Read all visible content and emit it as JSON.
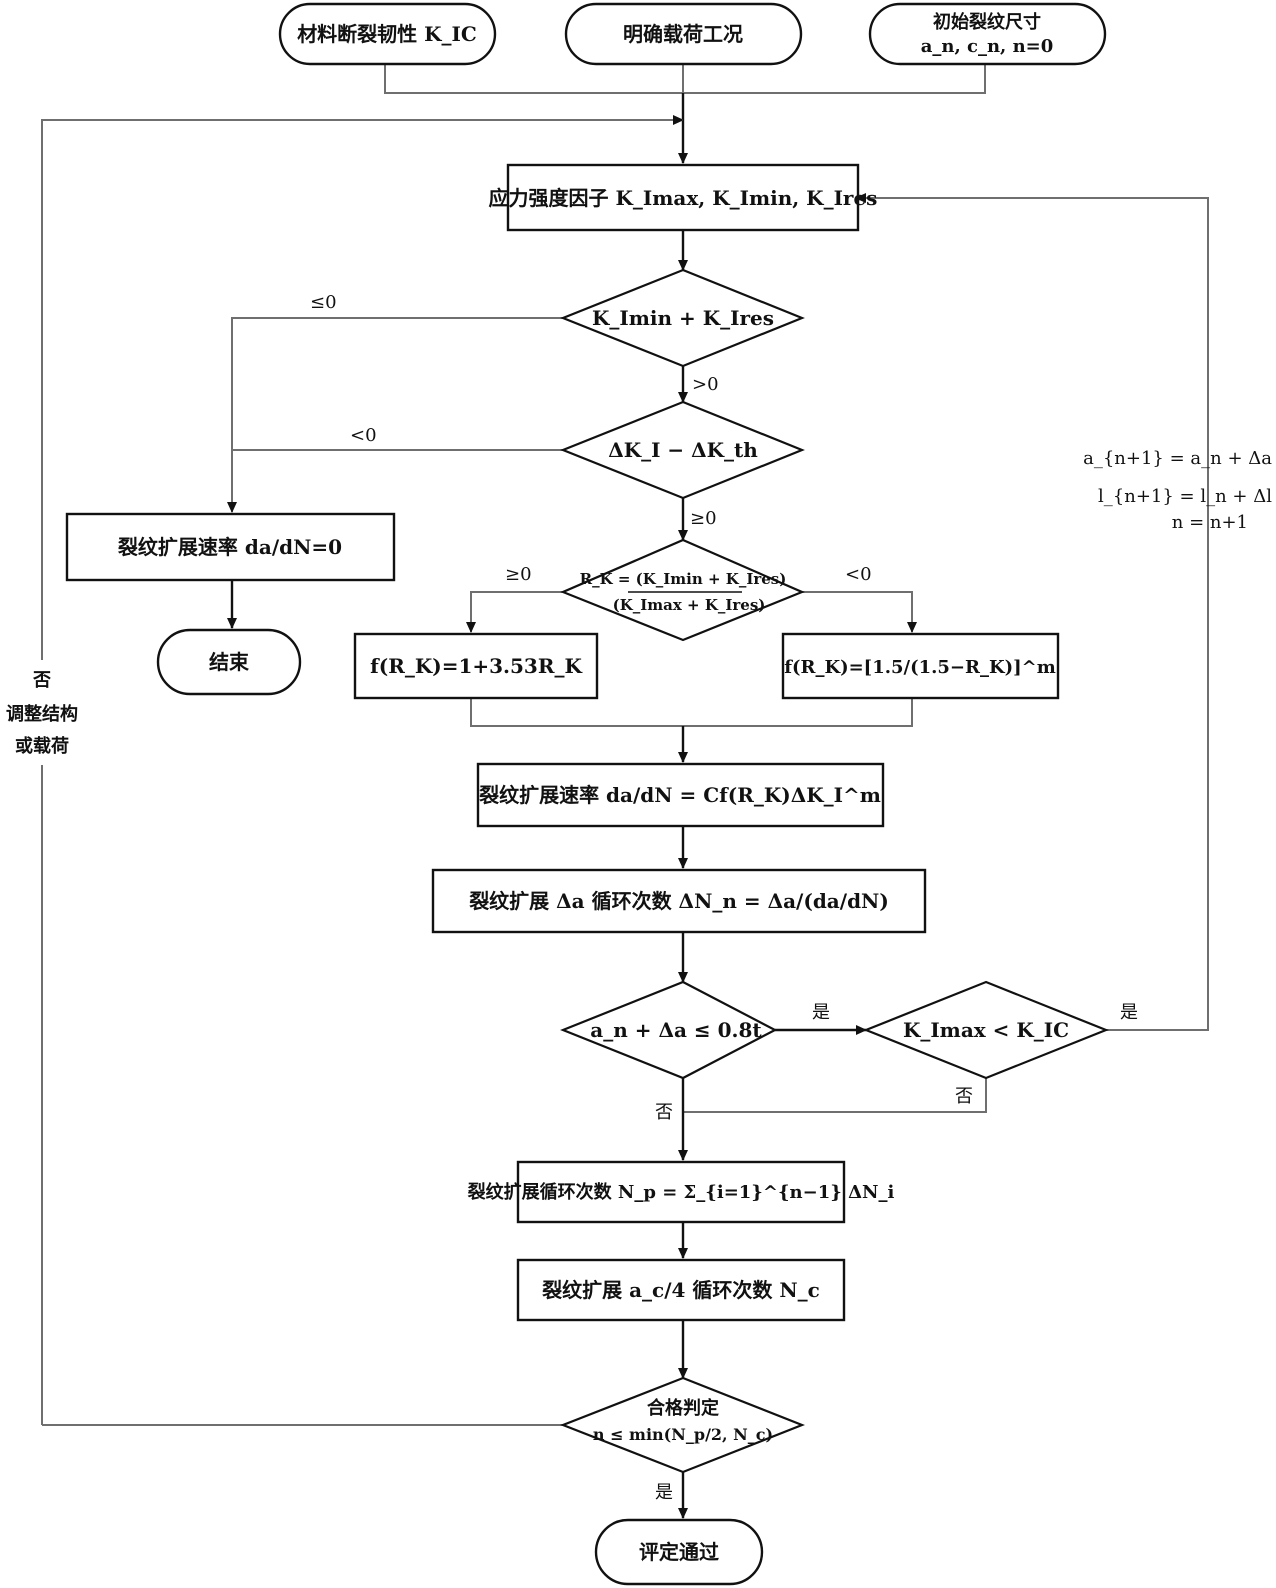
{
  "nodes": {
    "input_kic": "材料断裂韧性 K_IC",
    "input_load": "明确载荷工况",
    "input_crack_line1": "初始裂纹尺寸",
    "input_crack_line2": "a_n, c_n, n=0",
    "sif": "应力强度因子 K_Imax, K_Imin, K_Ires",
    "d_kmin_kres": "K_Imin + K_Ires",
    "d_delta_k": "ΔK_I − ΔK_th",
    "d_rk_line1": "R_K = (K_Imin + K_Ires)",
    "d_rk_line2": "(K_Imax + K_Ires)",
    "zero_rate": "裂纹扩展速率 da/dN=0",
    "end": "结束",
    "f_rk_pos": "f(R_K)=1+3.53R_K",
    "f_rk_neg": "f(R_K)=[1.5/(1.5−R_K)]^m",
    "rate": "裂纹扩展速率 da/dN = Cf(R_K)ΔK_I^m",
    "cycles_delta": "裂纹扩展 Δa 循环次数 ΔN_n = Δa/(da/dN)",
    "d_depth": "a_n + Δa ≤ 0.8t",
    "d_kmax": "K_Imax < K_IC",
    "total_cycles": "裂纹扩展循环次数 N_p = Σ_{i=1}^{n−1} ΔN_i",
    "cycles_c4": "裂纹扩展 a_c/4 循环次数 N_c",
    "d_check_line1": "合格判定",
    "d_check_line2": "n ≤ min(N_p/2, N_c)",
    "pass": "评定通过"
  },
  "labels": {
    "le0": "≤0",
    "gt0": ">0",
    "lt0_a": "<0",
    "ge0_a": "≥0",
    "ge0_b": "≥0",
    "lt0_b": "<0",
    "yes_a": "是",
    "yes_b": "是",
    "no_a": "否",
    "no_b": "否",
    "yes_c": "是",
    "update_a": "a_{n+1} = a_n + Δa",
    "update_c": "l_{n+1} = l_n + Δl",
    "update_n": "n = n+1",
    "left_no": "否",
    "left_adjust_1": "调整结构",
    "left_adjust_2": "或载荷"
  }
}
